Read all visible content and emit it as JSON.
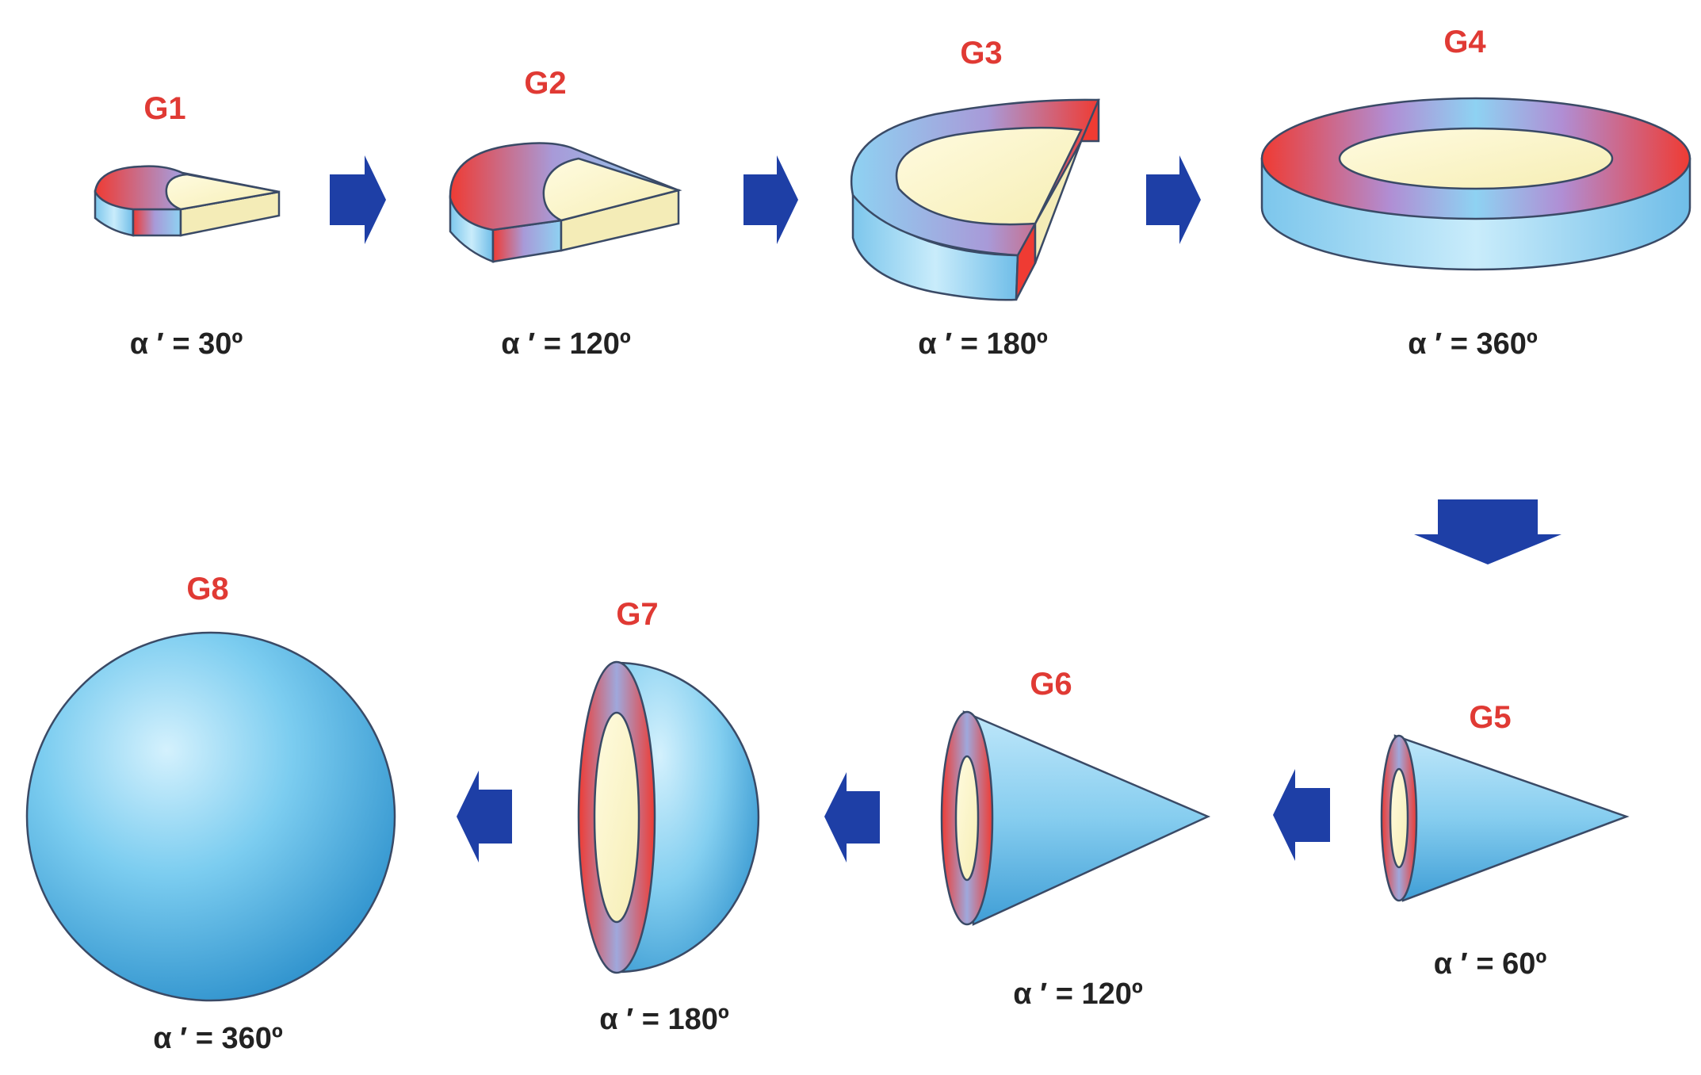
{
  "stages": [
    {
      "id": "G1",
      "angle": "α ′ = 30º",
      "shape": "ring-sector-30"
    },
    {
      "id": "G2",
      "angle": "α ′ = 120º",
      "shape": "ring-sector-120"
    },
    {
      "id": "G3",
      "angle": "α ′ = 180º",
      "shape": "ring-sector-180"
    },
    {
      "id": "G4",
      "angle": "α ′ = 360º",
      "shape": "full-ring"
    },
    {
      "id": "G5",
      "angle": "α ′ = 60º",
      "shape": "cone-60"
    },
    {
      "id": "G6",
      "angle": "α ′ = 120º",
      "shape": "cone-120"
    },
    {
      "id": "G7",
      "angle": "α ′ = 180º",
      "shape": "hemisphere"
    },
    {
      "id": "G8",
      "angle": "α ′ = 360º",
      "shape": "sphere"
    }
  ],
  "arrows": [
    {
      "from": "G1",
      "to": "G2",
      "direction": "right"
    },
    {
      "from": "G2",
      "to": "G3",
      "direction": "right"
    },
    {
      "from": "G3",
      "to": "G4",
      "direction": "right"
    },
    {
      "from": "G4",
      "to": "G5",
      "direction": "down"
    },
    {
      "from": "G5",
      "to": "G6",
      "direction": "left"
    },
    {
      "from": "G6",
      "to": "G7",
      "direction": "left"
    },
    {
      "from": "G7",
      "to": "G8",
      "direction": "left"
    }
  ],
  "colors": {
    "label_red": "#e03a34",
    "arrow_blue": "#1e3fa6",
    "shell_red": "#ef3b33",
    "shell_blue": "#8fd0f0",
    "core_cream": "#fbf6cf"
  }
}
